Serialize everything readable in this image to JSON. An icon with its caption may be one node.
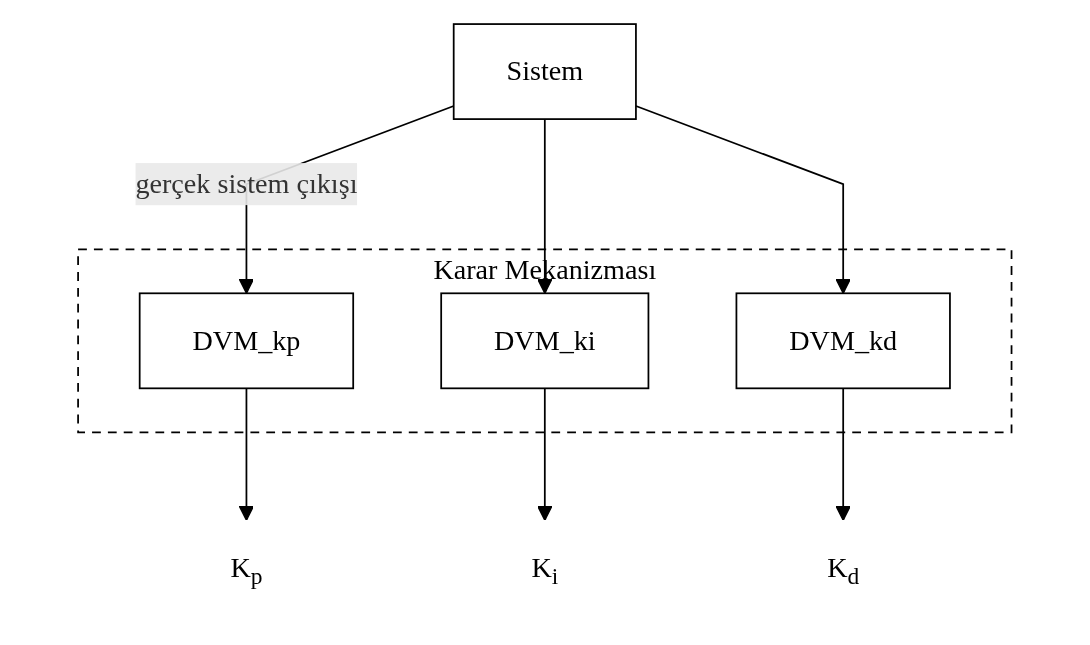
{
  "diagram": {
    "nodes": [
      {
        "text": [
          "Karar Mekanizması"
        ]
      },
      {
        "text": [
          "DVM_kp"
        ],
        "in": 0
      },
      {
        "text": [
          "DVM_ki"
        ],
        "in": 0
      },
      {
        "text": [
          "DVM_kd"
        ],
        "in": 0
      },
      {
        "text": [
          "K$_{p}$"
        ]
      },
      {
        "text": [
          "K$_{i}$"
        ]
      },
      {
        "text": [
          "K$_{d}$"
        ]
      },
      {
        "text": [
          "Sistem"
        ]
      }
    ],
    "edges": [
      {
        "from": 7,
        "to": 1,
        "arrow": "to",
        "label": "gerçek sistem çıkışı"
      },
      {
        "from": 7,
        "to": 2,
        "arrow": "to"
      },
      {
        "from": 7,
        "to": 3,
        "arrow": "to"
      },
      {
        "from": 1,
        "to": 4,
        "arrow": "to"
      },
      {
        "from": 2,
        "to": 5,
        "arrow": "to"
      },
      {
        "from": 3,
        "to": 6,
        "arrow": "to"
      }
    ]
  }
}
